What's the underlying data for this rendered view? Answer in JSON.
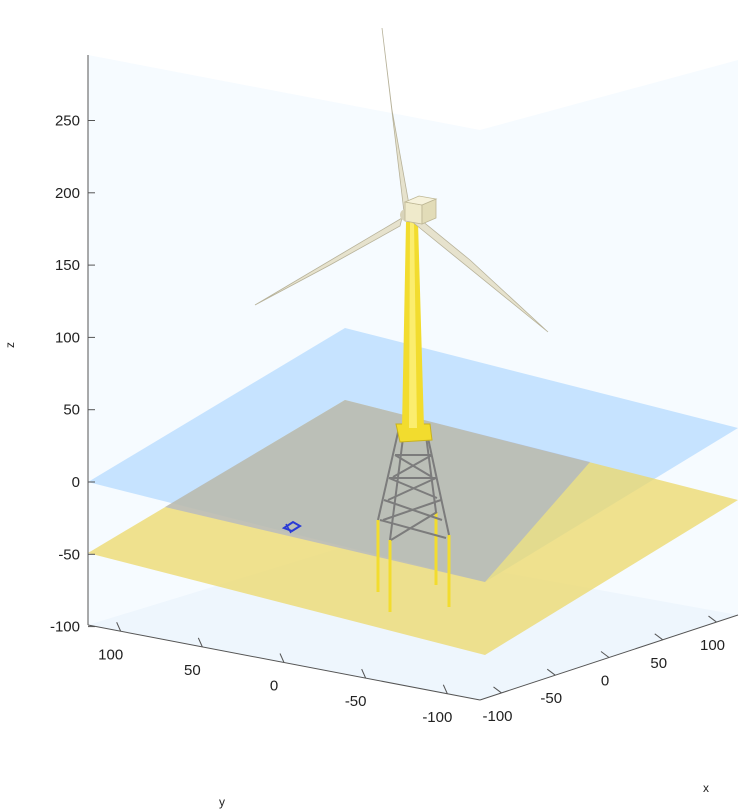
{
  "chart_data": {
    "type": "3d-scene",
    "xlabel": "x",
    "ylabel": "y",
    "zlabel": "z",
    "z_ticks": [
      "250",
      "200",
      "150",
      "100",
      "50",
      "0",
      "-50",
      "-100"
    ],
    "y_ticks": [
      "100",
      "50",
      "0",
      "-50",
      "-100"
    ],
    "x_ticks": [
      "100",
      "50",
      "0",
      "-50",
      "-100"
    ],
    "z_range": [
      -100,
      290
    ],
    "planes": [
      {
        "z": 0,
        "color": "#9fd0ff"
      },
      {
        "z": -50,
        "color": "#ecd868"
      }
    ],
    "colors": {
      "tower": "#f2dc2e",
      "jacket": "#7c7c7c",
      "rotor": "#e6e2cd",
      "nacelle": "#efeacb",
      "marker": "#2a3bd6"
    }
  }
}
